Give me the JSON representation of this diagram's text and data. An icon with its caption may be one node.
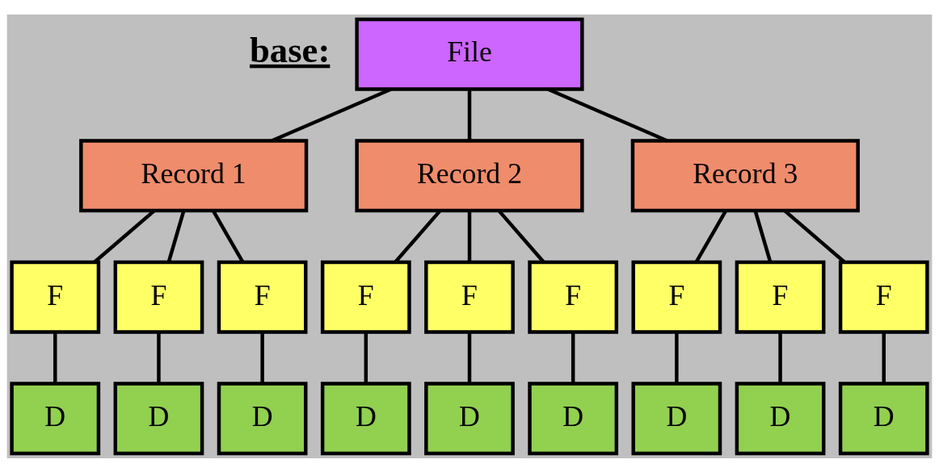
{
  "diagram": {
    "nodes": [
      {
        "text": [
          "File"
        ]
      },
      {
        "text": [
          "Record 1"
        ]
      },
      {
        "text": [
          "Record 2"
        ]
      },
      {
        "text": [
          "Record 3"
        ]
      },
      {
        "text": [
          "F"
        ]
      },
      {
        "text": [
          "F"
        ]
      },
      {
        "text": [
          "F"
        ]
      },
      {
        "text": [
          "F"
        ]
      },
      {
        "text": [
          "F"
        ]
      },
      {
        "text": [
          "F"
        ]
      },
      {
        "text": [
          "F"
        ]
      },
      {
        "text": [
          "F"
        ]
      },
      {
        "text": [
          "F"
        ]
      },
      {
        "text": [
          "D"
        ]
      },
      {
        "text": [
          "D"
        ]
      },
      {
        "text": [
          "D"
        ]
      },
      {
        "text": [
          "D"
        ]
      },
      {
        "text": [
          "D"
        ]
      },
      {
        "text": [
          "D"
        ]
      },
      {
        "text": [
          "D"
        ]
      },
      {
        "text": [
          "D"
        ]
      },
      {
        "text": [
          "D"
        ]
      }
    ],
    "edges": [
      {
        "from": 0,
        "to": 1,
        "arrow": "none"
      },
      {
        "from": 0,
        "to": 2,
        "arrow": "none"
      },
      {
        "from": 0,
        "to": 3,
        "arrow": "none"
      },
      {
        "from": 1,
        "to": 4,
        "arrow": "none"
      },
      {
        "from": 1,
        "to": 5,
        "arrow": "none"
      },
      {
        "from": 1,
        "to": 6,
        "arrow": "none"
      },
      {
        "from": 2,
        "to": 7,
        "arrow": "none"
      },
      {
        "from": 2,
        "to": 8,
        "arrow": "none"
      },
      {
        "from": 2,
        "to": 9,
        "arrow": "none"
      },
      {
        "from": 3,
        "to": 10,
        "arrow": "none"
      },
      {
        "from": 3,
        "to": 11,
        "arrow": "none"
      },
      {
        "from": 3,
        "to": 12,
        "arrow": "none"
      },
      {
        "from": 4,
        "to": 13,
        "arrow": "none"
      },
      {
        "from": 5,
        "to": 14,
        "arrow": "none"
      },
      {
        "from": 6,
        "to": 15,
        "arrow": "none"
      },
      {
        "from": 7,
        "to": 16,
        "arrow": "none"
      },
      {
        "from": 8,
        "to": 17,
        "arrow": "none"
      },
      {
        "from": 9,
        "to": 18,
        "arrow": "none"
      },
      {
        "from": 10,
        "to": 19,
        "arrow": "none"
      },
      {
        "from": 11,
        "to": 20,
        "arrow": "none"
      },
      {
        "from": 12,
        "to": 21,
        "arrow": "none"
      }
    ],
    "labels": [
      "base:"
    ]
  }
}
